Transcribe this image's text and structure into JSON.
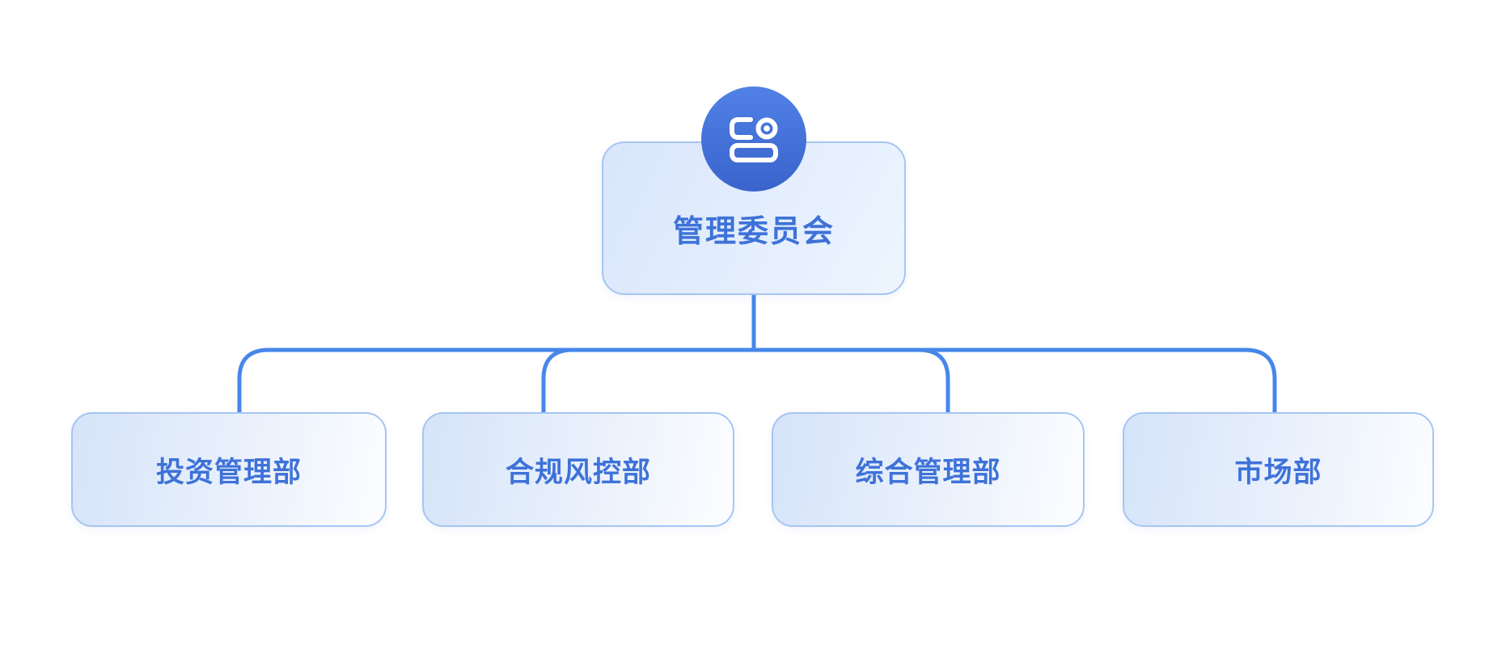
{
  "org_chart": {
    "type": "org-tree",
    "root": {
      "label": "管理委员会",
      "icon": "id-card-badge-icon"
    },
    "children": [
      {
        "label": "投资管理部"
      },
      {
        "label": "合规风控部"
      },
      {
        "label": "综合管理部"
      },
      {
        "label": "市场部"
      }
    ],
    "colors": {
      "background": "#ffffff",
      "connector_line": "#4687ea",
      "node_border": "#a6c5f2",
      "node_text": "#3e72d8",
      "node_fill_start": "#d5e4f9",
      "node_fill_end": "#fcfdff",
      "icon_circle_top": "#5181e6",
      "icon_circle_bottom": "#3a64cc",
      "icon_glyph": "#ffffff"
    }
  }
}
